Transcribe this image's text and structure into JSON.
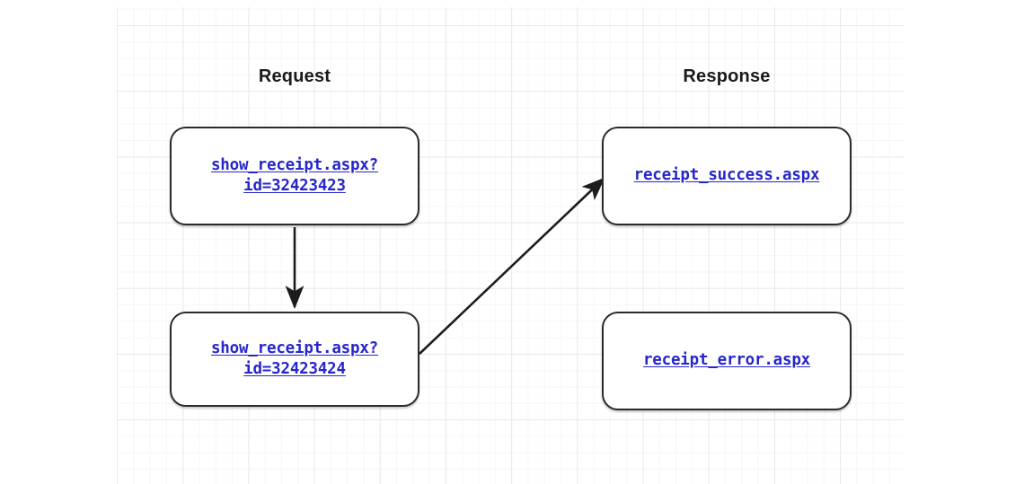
{
  "diagram": {
    "columns": [
      {
        "id": "request",
        "title": "Request"
      },
      {
        "id": "response",
        "title": "Response"
      }
    ],
    "nodes": [
      {
        "id": "req-1",
        "label": "show_receipt.aspx?\nid=32423423",
        "column": "request",
        "row": 1
      },
      {
        "id": "req-2",
        "label": "show_receipt.aspx?\nid=32423424",
        "column": "request",
        "row": 2
      },
      {
        "id": "res-1",
        "label": "receipt_success.aspx",
        "column": "response",
        "row": 1
      },
      {
        "id": "res-2",
        "label": "receipt_error.aspx",
        "column": "response",
        "row": 2
      }
    ],
    "edges": [
      {
        "id": "edge-req1-to-req2",
        "from": "req-1",
        "to": "req-2",
        "style": "straight-down"
      },
      {
        "id": "edge-req2-to-res1",
        "from": "req-2",
        "to": "res-1",
        "style": "diagonal-up-right"
      }
    ],
    "colors": {
      "link_text": "#2626cc",
      "node_border": "#2b2b2b",
      "edge": "#1c1c1c",
      "title_text": "#1a1a1a",
      "grid_minor": "#f6f6f6",
      "grid_major": "#e9e9e9",
      "background": "#ffffff"
    }
  }
}
